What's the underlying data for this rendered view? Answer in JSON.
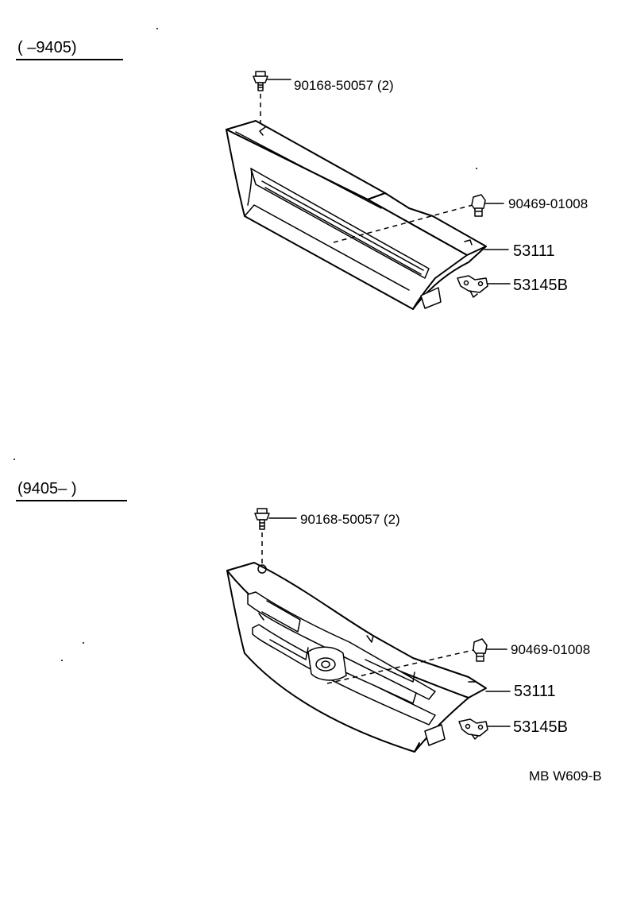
{
  "sections": [
    {
      "range_label": "(        –9405)",
      "callouts": [
        {
          "part_no": "90168-50057 (2)"
        },
        {
          "part_no": "90469-01008"
        },
        {
          "part_no": "53111"
        },
        {
          "part_no": "53145B"
        }
      ]
    },
    {
      "range_label": "(9405–         )",
      "callouts": [
        {
          "part_no": "90168-50057 (2)"
        },
        {
          "part_no": "90469-01008"
        },
        {
          "part_no": "53111"
        },
        {
          "part_no": "53145B"
        }
      ]
    }
  ],
  "diagram_code": "MB W609-B"
}
